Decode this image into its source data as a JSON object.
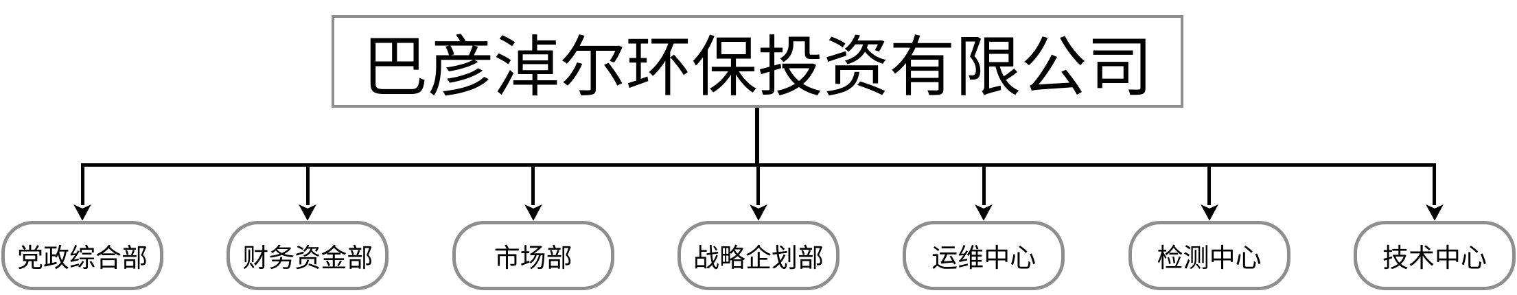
{
  "org": {
    "root": {
      "label": "巴彦淖尔环保投资有限公司"
    },
    "departments": [
      {
        "label": "党政综合部"
      },
      {
        "label": "财务资金部"
      },
      {
        "label": "市场部"
      },
      {
        "label": "战略企划部"
      },
      {
        "label": "运维中心"
      },
      {
        "label": "检测中心"
      },
      {
        "label": "技术中心"
      }
    ],
    "colors": {
      "node_border": "#8e8e8e",
      "connector": "#000000",
      "background": "#ffffff",
      "text": "#000000"
    }
  }
}
